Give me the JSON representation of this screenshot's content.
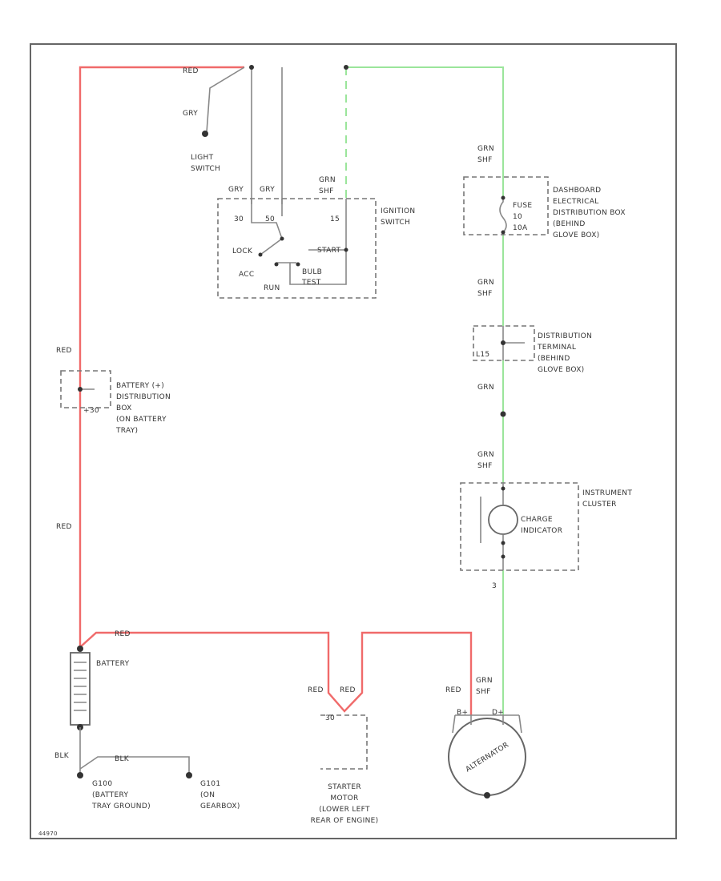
{
  "diagram_id": "44970",
  "wire_labels": {
    "red_top": "RED",
    "gry_light": "GRY",
    "gry_ign_a": "GRY",
    "gry_ign_b": "GRY",
    "grn_ign_1": "GRN",
    "grn_ign_2": "SHF",
    "grn_fuse_1": "GRN",
    "grn_fuse_2": "SHF",
    "grn_mid_1": "GRN",
    "grn_mid_2": "SHF",
    "grn_dist": "GRN",
    "grn_ic_1": "GRN",
    "grn_ic_2": "SHF",
    "red_left_1": "RED",
    "red_left_2": "RED",
    "red_bottom": "RED",
    "red_starter_a": "RED",
    "red_starter_b": "RED",
    "red_alt": "RED",
    "grn_alt_1": "GRN",
    "grn_alt_2": "SHF",
    "blk_batt": "BLK",
    "blk_ground": "BLK"
  },
  "light_switch": {
    "line1": "LIGHT",
    "line2": "SWITCH"
  },
  "ignition_switch": {
    "name_line1": "IGNITION",
    "name_line2": "SWITCH",
    "pin_30": "30",
    "pin_15": "15",
    "pin_50": "50",
    "pos_lock": "LOCK",
    "pos_acc": "ACC",
    "pos_run": "RUN",
    "pos_start": "START",
    "pos_bulb_1": "BULB",
    "pos_bulb_2": "TEST"
  },
  "dashboard_box": {
    "line1": "DASHBOARD",
    "line2": "ELECTRICAL",
    "line3": "DISTRIBUTION BOX",
    "line4": "(BEHIND",
    "line5": "GLOVE BOX)",
    "fuse_line1": "FUSE",
    "fuse_line2": "10",
    "fuse_line3": "10A"
  },
  "distribution_terminal": {
    "line1": "DISTRIBUTION",
    "line2": "TERMINAL",
    "line3": "(BEHIND",
    "line4": "GLOVE BOX)",
    "pin": "L15"
  },
  "battery_box": {
    "line1": "BATTERY (+)",
    "line2": "DISTRIBUTION",
    "line3": "BOX",
    "line4": "(ON BATTERY",
    "line5": "TRAY)",
    "pin": "+30"
  },
  "instrument_cluster": {
    "line1": "INSTRUMENT",
    "line2": "CLUSTER",
    "ind_line1": "CHARGE",
    "ind_line2": "INDICATOR",
    "pin": "3"
  },
  "battery": {
    "label": "BATTERY"
  },
  "starter": {
    "line1": "STARTER",
    "line2": "MOTOR",
    "line3": "(LOWER LEFT",
    "line4": "REAR OF ENGINE)",
    "pin": "30"
  },
  "alternator": {
    "label": "ALTERNATOR",
    "pin_b": "B+",
    "pin_d": "D+"
  },
  "ground_g100": {
    "line1": "G100",
    "line2": "(BATTERY",
    "line3": "TRAY GROUND)"
  },
  "ground_g101": {
    "line1": "G101",
    "line2": "(ON",
    "line3": "GEARBOX)"
  }
}
